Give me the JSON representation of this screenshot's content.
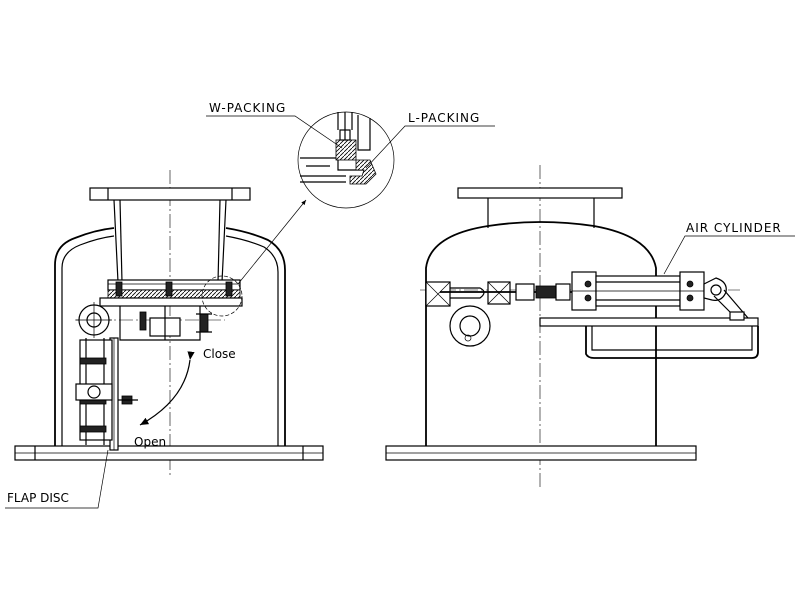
{
  "labels": {
    "w_packing": "W-PACKING",
    "l_packing": "L-PACKING",
    "air_cylinder": "AIR CYLINDER",
    "close": "Close",
    "open": "Open",
    "flap_disc": "FLAP DISC"
  }
}
